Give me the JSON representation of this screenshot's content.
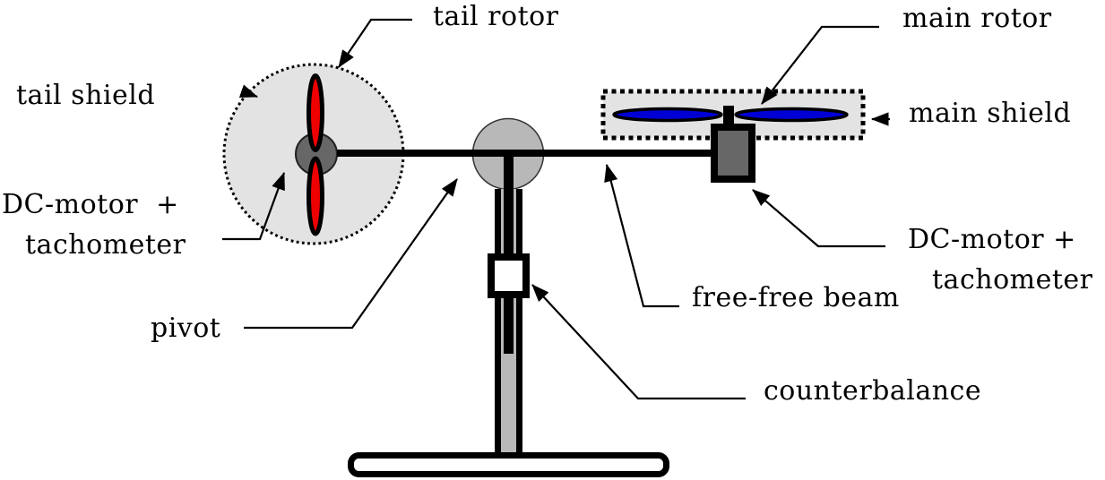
{
  "diagram": {
    "labels": {
      "tail_rotor": "tail rotor",
      "tail_shield": "tail shield",
      "dc_motor_left_line1": "DC-motor  +",
      "dc_motor_left_line2": "tachometer",
      "pivot": "pivot",
      "main_rotor": "main rotor",
      "main_shield": "main shield",
      "dc_motor_right_line1": "DC-motor +",
      "dc_motor_right_line2": "tachometer",
      "free_free_beam": "free-free beam",
      "counterbalance": "counterbalance"
    },
    "colors": {
      "shield_fill": "#e3e3e3",
      "motor_fill": "#676767",
      "pivot_stand_fill": "#b8b8b8",
      "tail_blade": "#ee0000",
      "main_blade": "#0000d5",
      "outline": "#000000"
    }
  }
}
